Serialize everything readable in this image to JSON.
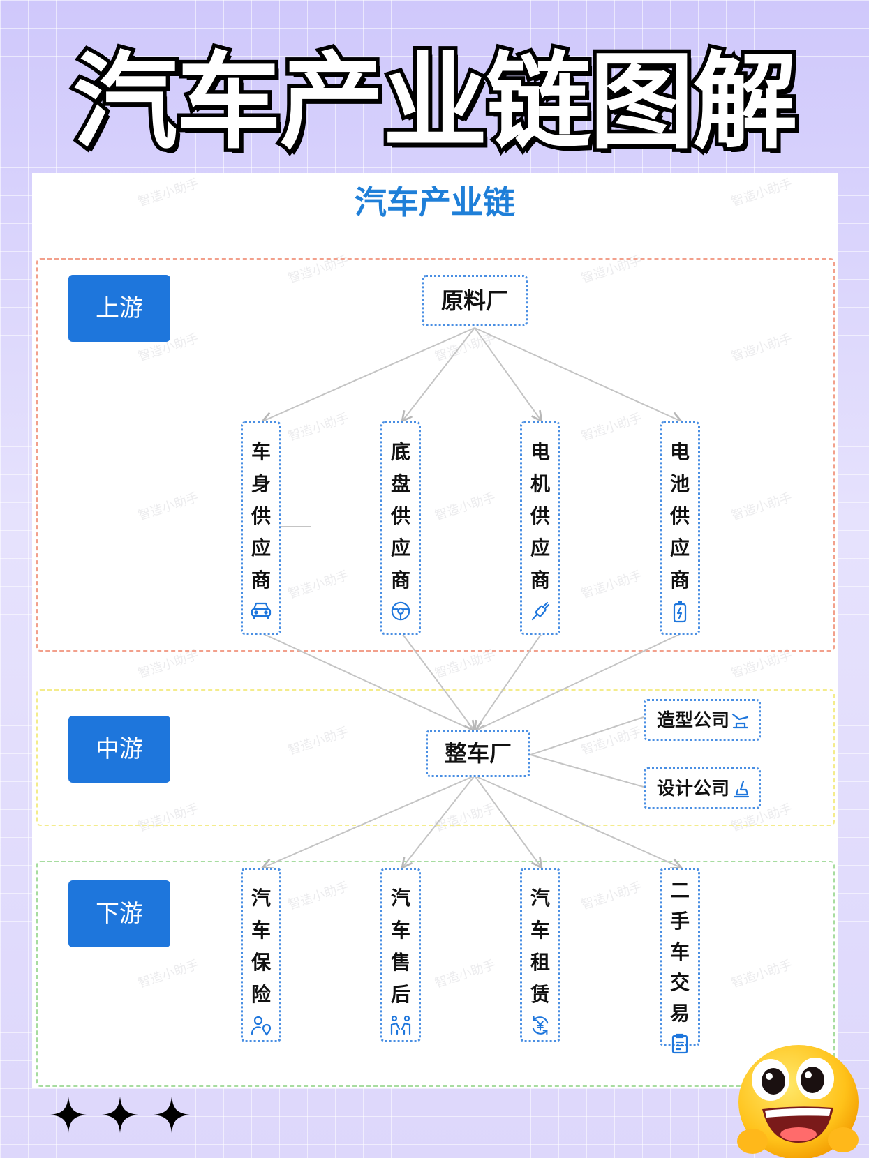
{
  "page_title": "汽车产业链图解",
  "diagram": {
    "title": "汽车产业链",
    "watermark": "智造小助手",
    "tiers": [
      {
        "label": "上游",
        "color": "#f2a08c"
      },
      {
        "label": "中游",
        "color": "#f4ec8c"
      },
      {
        "label": "下游",
        "color": "#a7dca0"
      }
    ],
    "upstream": {
      "root": "原料厂",
      "suppliers": [
        {
          "label": "车身供应商",
          "icon": "car-icon"
        },
        {
          "label": "底盘供应商",
          "icon": "steering-wheel-icon"
        },
        {
          "label": "电机供应商",
          "icon": "motor-plug-icon"
        },
        {
          "label": "电池供应商",
          "icon": "battery-icon"
        }
      ]
    },
    "midstream": {
      "center": "整车厂",
      "partners": [
        {
          "label": "造型公司",
          "icon": "modeling-icon"
        },
        {
          "label": "设计公司",
          "icon": "design-seat-icon"
        }
      ]
    },
    "downstream": {
      "items": [
        {
          "label": "汽车保险",
          "icon": "person-location-icon"
        },
        {
          "label": "汽车售后",
          "icon": "people-service-icon"
        },
        {
          "label": "汽车租赁",
          "icon": "yen-refresh-icon"
        },
        {
          "label": "二手车交易",
          "icon": "clipboard-icon"
        }
      ]
    },
    "accent_color": "#1e76dc",
    "node_border_color": "#4a8fe3"
  },
  "decor": {
    "sparkles": [
      "sparkle-icon",
      "sparkle-icon",
      "sparkle-icon"
    ],
    "emoji": "grinning-face-icon"
  }
}
